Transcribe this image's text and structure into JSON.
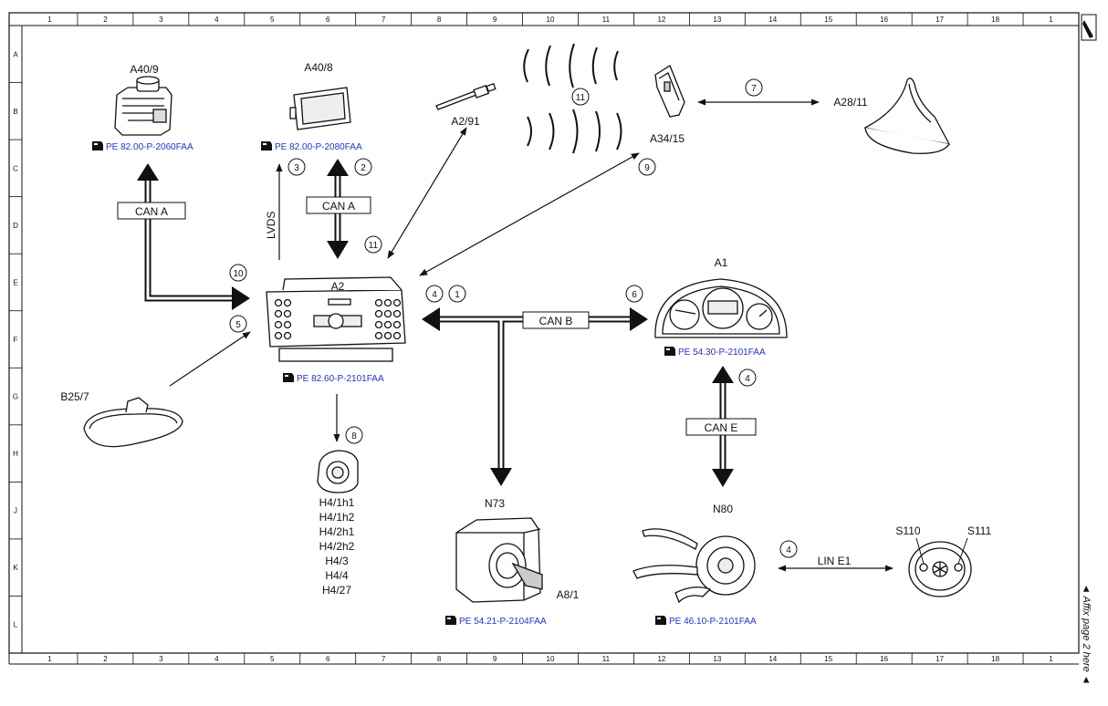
{
  "grid": {
    "columns": [
      "1",
      "2",
      "3",
      "4",
      "5",
      "6",
      "7",
      "8",
      "9",
      "10",
      "11",
      "12",
      "13",
      "14",
      "15",
      "16",
      "17",
      "18",
      "1"
    ],
    "rows": [
      "A",
      "B",
      "C",
      "D",
      "E",
      "F",
      "G",
      "H",
      "J",
      "K",
      "L"
    ]
  },
  "components": {
    "a40_9": "A40/9",
    "a40_8": "A40/8",
    "a2_91": "A2/91",
    "a34_15": "A34/15",
    "a28_11": "A28/11",
    "a2": "A2",
    "a1": "A1",
    "b25_7": "B25/7",
    "n73": "N73",
    "a8_1": "A8/1",
    "n80": "N80",
    "s110": "S110",
    "s111": "S111",
    "h4_list": [
      "H4/1h1",
      "H4/1h2",
      "H4/2h1",
      "H4/2h2",
      "H4/3",
      "H4/4",
      "H4/27"
    ]
  },
  "references": {
    "a40_9": "PE 82.00-P-2060FAA",
    "a40_8": "PE 82.00-P-2080FAA",
    "a2": "PE 82.60-P-2101FAA",
    "a1": "PE 54.30-P-2101FAA",
    "n73": "PE 54.21-P-2104FAA",
    "n80": "PE 46.10-P-2101FAA"
  },
  "buses": {
    "can_a_left": "CAN A",
    "can_a_mid": "CAN A",
    "lvds": "LVDS",
    "can_b": "CAN B",
    "can_e": "CAN E",
    "lin_e1": "LIN E1"
  },
  "markers": {
    "m1": "1",
    "m2": "2",
    "m3": "3",
    "m4a": "4",
    "m4b": "4",
    "m4c": "4",
    "m5": "5",
    "m6": "6",
    "m7": "7",
    "m8": "8",
    "m9": "9",
    "m10": "10",
    "m11a": "11",
    "m11b": "11"
  },
  "affix": "◄ Affix page 2 here ◄",
  "colors": {
    "reference": "#2233cc",
    "line": "#111111"
  }
}
